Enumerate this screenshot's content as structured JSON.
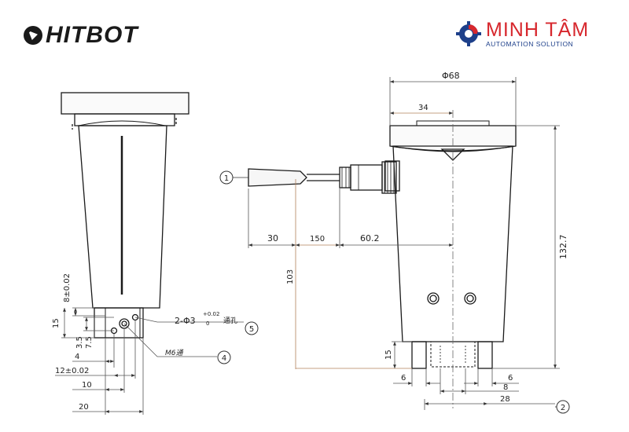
{
  "logos": {
    "left": "HITBOT",
    "right_title": "MINH TÂM",
    "right_subtitle": "AUTOMATION SOLUTION"
  },
  "callouts": {
    "c1": "1",
    "c2": "2",
    "c4": "4",
    "c5": "5"
  },
  "dimensions": {
    "d68": "Φ68",
    "d34": "34",
    "d132": "132.7",
    "d30": "30",
    "d150": "150",
    "d602": "60.2",
    "d103": "103",
    "d15r": "15",
    "d6a": "6",
    "d6b": "6",
    "d8r": "8",
    "d28": "28",
    "d8pm": "8±0.02",
    "d15l": "15",
    "d35": "3.5",
    "d75": "7.5",
    "d4": "4",
    "d12pm": "12±0.02",
    "d10": "10",
    "d20": "20"
  },
  "notes": {
    "holes": "2-Φ3",
    "tol_top": "+0.02",
    "tol_bottom": "0",
    "holes_suffix": "通孔",
    "m6": "M6通"
  },
  "colors": {
    "line": "#1a1a1a",
    "dim": "#555555",
    "centerline": "#666666",
    "hitbot": "#1a1a1a",
    "minhtam_red": "#d7272d",
    "minhtam_blue": "#1d3f8a"
  }
}
